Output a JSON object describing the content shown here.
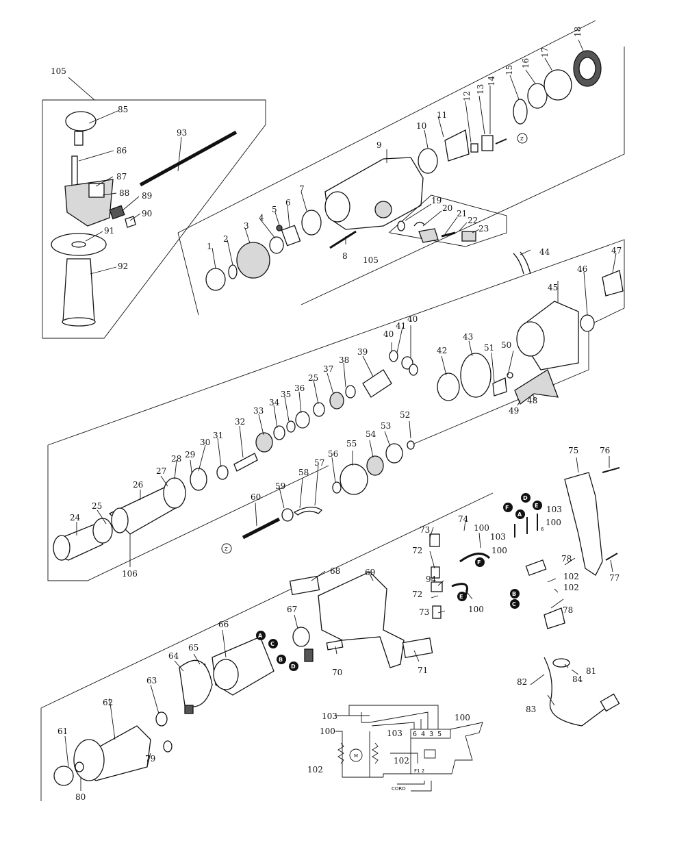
{
  "parts": {
    "p1": "1",
    "p2": "2",
    "p3": "3",
    "p4": "4",
    "p5": "5",
    "p6": "6",
    "p7": "7",
    "p8": "8",
    "p9": "9",
    "p10": "10",
    "p11": "11",
    "p12": "12",
    "p13": "13",
    "p14": "14",
    "p15": "15",
    "p16": "16",
    "p17": "17",
    "p18": "18",
    "p19": "19",
    "p20": "20",
    "p21": "21",
    "p22": "22",
    "p23": "23",
    "p24": "24",
    "p25a": "25",
    "p25b": "25",
    "p26": "26",
    "p27": "27",
    "p28": "28",
    "p29": "29",
    "p30": "30",
    "p31": "31",
    "p32": "32",
    "p33": "33",
    "p34": "34",
    "p35": "35",
    "p36": "36",
    "p37": "37",
    "p38": "38",
    "p39": "39",
    "p40a": "40",
    "p40b": "40",
    "p41": "41",
    "p42": "42",
    "p43": "43",
    "p44": "44",
    "p45": "45",
    "p46": "46",
    "p47": "47",
    "p48": "48",
    "p49": "49",
    "p50": "50",
    "p51": "51",
    "p52": "52",
    "p53": "53",
    "p54": "54",
    "p55": "55",
    "p56": "56",
    "p57": "57",
    "p58": "58",
    "p59": "59",
    "p60": "60",
    "p61": "61",
    "p62": "62",
    "p63": "63",
    "p64": "64",
    "p65": "65",
    "p66": "66",
    "p67": "67",
    "p68": "68",
    "p69": "69",
    "p70": "70",
    "p71": "71",
    "p72a": "72",
    "p72b": "72",
    "p73a": "73",
    "p73b": "73",
    "p74": "74",
    "p75": "75",
    "p76": "76",
    "p77": "77",
    "p78a": "78",
    "p78b": "78",
    "p79": "79",
    "p80": "80",
    "p81": "81",
    "p82": "82",
    "p83": "83",
    "p84": "84",
    "p85": "85",
    "p86": "86",
    "p87": "87",
    "p88": "88",
    "p89": "89",
    "p90": "90",
    "p91": "91",
    "p92": "92",
    "p93": "93",
    "p94": "94",
    "p100a": "100",
    "p100b": "100",
    "p100c": "100",
    "p100d": "100",
    "p102a": "102",
    "p102b": "102",
    "p103a": "103",
    "p103b": "103",
    "p105a": "105",
    "p105b": "105",
    "p106": "106"
  },
  "callouts": {
    "A": "A",
    "B": "B",
    "C": "C",
    "D": "D",
    "E": "E",
    "F": "F",
    "Z": "Z"
  },
  "wiring": {
    "terminals": "6 4 3 5",
    "motor": "M",
    "cord": "CORD",
    "l103a": "103",
    "l103b": "103",
    "l100a": "100",
    "l100b": "100",
    "l102a": "102",
    "l102b": "102",
    "small_terminals": "F1 2",
    "extra": "6"
  }
}
